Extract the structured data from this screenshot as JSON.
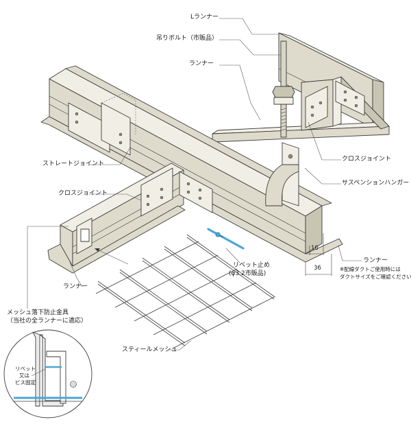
{
  "labels": {
    "l_runner": "Lランナー",
    "hanging_bolt": "吊りボルト（市販品）",
    "runner_top": "ランナー",
    "straight_joint": "ストレートジョイント",
    "cross_joint_left": "クロスジョイント",
    "cross_joint_right": "クロスジョイント",
    "suspension_hanger": "サスペンションハンガー",
    "rivet_stop_line1": "リベット止め",
    "rivet_stop_line2": "(φ3.2市販品)",
    "runner_bottom_left": "ランナー",
    "runner_bottom_right": "ランナー",
    "note_line1": "※配線ダクトご使用時には",
    "note_line2": "ダクトサイズをご確認ください。",
    "dim_16": "16",
    "dim_36": "36",
    "mesh_fall_line1": "メッシュ落下防止金具",
    "mesh_fall_line2": "（当社の全ランナーに適応）",
    "steel_mesh": "スティールメッシュ",
    "detail_rivet_line1": "リベット",
    "detail_rivet_line2": "又は",
    "detail_rivet_line3": "ビス固定"
  },
  "colors": {
    "steel_face": "#efeee4",
    "steel_side": "#dcdacb",
    "steel_dark": "#c4c1ae",
    "outline": "#3a3a3a",
    "rivet_blue": "#4aa6d8",
    "bolt": "#d9d6c4"
  }
}
